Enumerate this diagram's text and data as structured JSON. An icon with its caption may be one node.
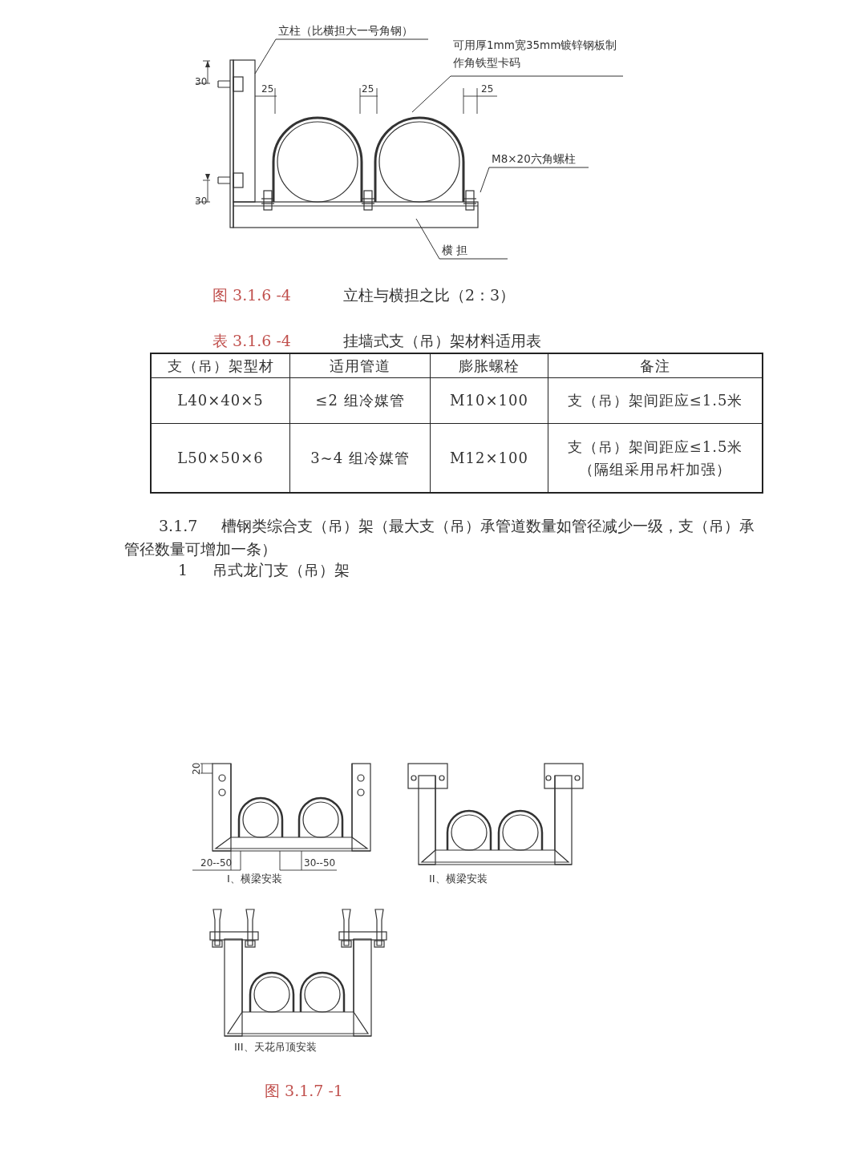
{
  "diagram": {
    "nodes": [
      {
        "text": [
          "立柱（比横担大一号角钢）"
        ]
      },
      {
        "text": [
          "可用厚1mm宽35mm镀锌钢板制作角铁型卡码"
        ]
      },
      {
        "text": [
          "M8×20六角螺柱"
        ]
      },
      {
        "text": [
          "横 担"
        ]
      }
    ],
    "edges": [
      {
        "from": 0,
        "to": null,
        "arrow": "none"
      },
      {
        "from": 1,
        "to": null,
        "arrow": "none"
      },
      {
        "from": 2,
        "to": null,
        "arrow": "none"
      },
      {
        "from": 3,
        "to": null,
        "arrow": "none"
      }
    ],
    "labels": [
      "30",
      "25",
      "25",
      "25",
      "30",
      "图 3.1.6 -4",
      "立柱与横担之比（2：3）",
      "表 3.1.6 -4",
      "挂墙式支（吊）架材料适用表",
      "支（吊）架型材",
      "适用管道",
      "膨胀螺栓",
      "备注",
      "L40×40×5",
      "≤2 组冷媒管",
      "M10×100",
      "支（吊）架间距应≤1.5米",
      "L50×50×6",
      "3~4 组冷媒管",
      "M12×100",
      "支（吊）架间距应≤1.5米（隔组采用吊杆加强）",
      "3.1.7 槽钢类综合支（吊）架（最大支（吊）承管道数量如管径减少一级，支（吊）承管径数量可增加一条）",
      "1",
      "吊式龙门支（吊）架",
      "20",
      "20--50",
      "30--50",
      "I、横梁安装",
      "II、横梁安装",
      "III、天花吊顶安装",
      "图 3.1.7 -1"
    ]
  }
}
